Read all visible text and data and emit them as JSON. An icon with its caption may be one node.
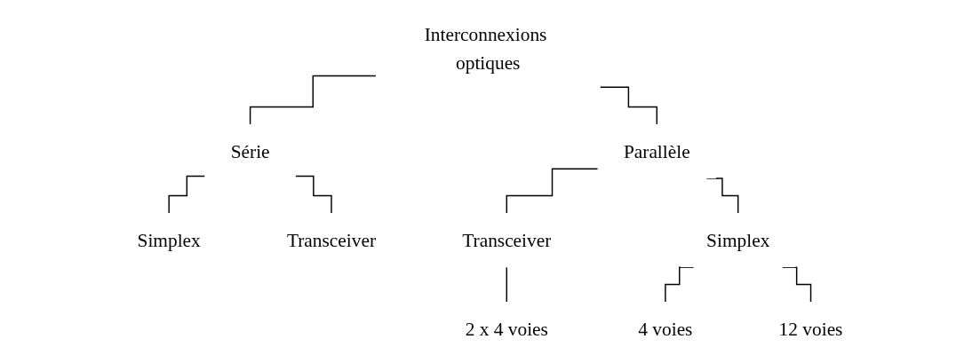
{
  "diagram": {
    "nodes": [
      {
        "text": [
          "Interconnexions optiques"
        ]
      },
      {
        "text": [
          "Série"
        ]
      },
      {
        "text": [
          "Parallèle"
        ]
      },
      {
        "text": [
          "Simplex"
        ]
      },
      {
        "text": [
          "Transceiver"
        ]
      },
      {
        "text": [
          "Transceiver"
        ]
      },
      {
        "text": [
          "Simplex"
        ]
      },
      {
        "text": [
          "2 x 4 voies"
        ]
      },
      {
        "text": [
          "4 voies"
        ]
      },
      {
        "text": [
          "12 voies"
        ]
      }
    ],
    "edges": [
      {
        "from": 0,
        "to": 1,
        "arrow": "none"
      },
      {
        "from": 0,
        "to": 2,
        "arrow": "none"
      },
      {
        "from": 1,
        "to": 3,
        "arrow": "none"
      },
      {
        "from": 1,
        "to": 4,
        "arrow": "none"
      },
      {
        "from": 2,
        "to": 5,
        "arrow": "none"
      },
      {
        "from": 2,
        "to": 6,
        "arrow": "none"
      },
      {
        "from": 5,
        "to": 7,
        "arrow": "none"
      },
      {
        "from": 6,
        "to": 8,
        "arrow": "none"
      },
      {
        "from": 6,
        "to": 9,
        "arrow": "none"
      }
    ]
  }
}
